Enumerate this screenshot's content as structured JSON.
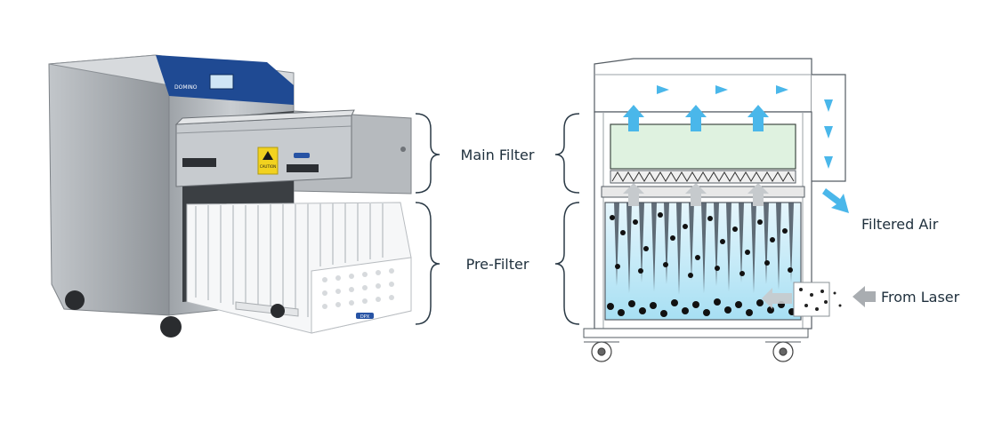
{
  "labels": {
    "main_filter": "Main Filter",
    "pre_filter": "Pre-Filter",
    "filtered_air": "Filtered Air",
    "from_laser": "From Laser"
  },
  "product": {
    "brand": "DOMINO",
    "caution_title": "CAUTION",
    "badge": "DPX"
  },
  "colors": {
    "cabinet_steel": "#b9bdc1",
    "control_panel": "#1f4a93",
    "caution_yellow": "#f2d21f",
    "airflow_arrow": "#4ab7ea",
    "main_filter_fill": "#dff2e0",
    "prefilter_water": "#c9ecf8",
    "label_text": "#1e2f3c",
    "bracket": "#2b3a46"
  }
}
